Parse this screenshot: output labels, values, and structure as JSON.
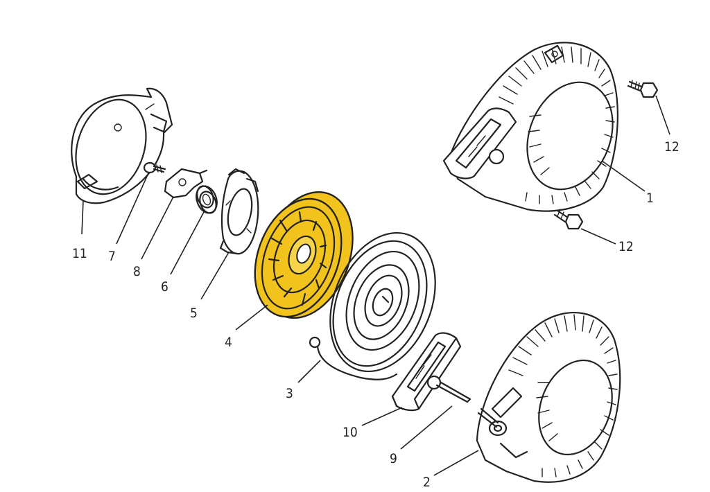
{
  "highlight_color": "#f2c31c",
  "line_color": "#222222",
  "parts": [
    {
      "id": "p1",
      "label": "1"
    },
    {
      "id": "p2",
      "label": "2"
    },
    {
      "id": "p3",
      "label": "3"
    },
    {
      "id": "p4",
      "label": "4",
      "highlighted": true
    },
    {
      "id": "p5",
      "label": "5"
    },
    {
      "id": "p6",
      "label": "6"
    },
    {
      "id": "p7",
      "label": "7"
    },
    {
      "id": "p8",
      "label": "8"
    },
    {
      "id": "p9",
      "label": "9"
    },
    {
      "id": "p10",
      "label": "10"
    },
    {
      "id": "p11",
      "label": "11"
    },
    {
      "id": "p12a",
      "label": "12"
    },
    {
      "id": "p12b",
      "label": "12"
    }
  ]
}
